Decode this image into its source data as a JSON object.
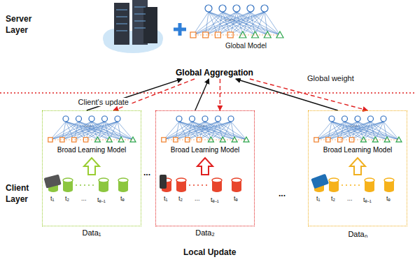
{
  "diagram": {
    "nodes": [
      {
        "text": [
          "Global Aggregation"
        ]
      },
      {
        "text": [
          "Broad Learning Model",
          "Data₁"
        ]
      },
      {
        "text": [
          "Broad Learning Model",
          "Data₂"
        ]
      },
      {
        "text": [
          "Broad Learning Model",
          "Dataₙ"
        ]
      }
    ],
    "edges": [
      {
        "from": 1,
        "to": 0,
        "arrow": "to",
        "label": "Client's update"
      },
      {
        "from": 0,
        "to": 1,
        "arrow": "to"
      },
      {
        "from": 2,
        "to": 0,
        "arrow": "to"
      },
      {
        "from": 0,
        "to": 2,
        "arrow": "to"
      },
      {
        "from": 3,
        "to": 0,
        "arrow": "to"
      },
      {
        "from": 0,
        "to": 3,
        "arrow": "to",
        "label": "Global weight"
      }
    ],
    "labels": [
      "Server Layer",
      "Global Model",
      "Client Layer",
      "Local Update",
      "......",
      "......",
      "t₁",
      "t₂",
      "...",
      "tₑ₋₁",
      "tₑ",
      "......",
      "t₁",
      "t₂",
      "...",
      "tₑ₋₁",
      "tₑ",
      "......",
      "t₁",
      "t₂",
      "...",
      "tₑ₋₁",
      "tₑ",
      "...",
      "..."
    ]
  }
}
